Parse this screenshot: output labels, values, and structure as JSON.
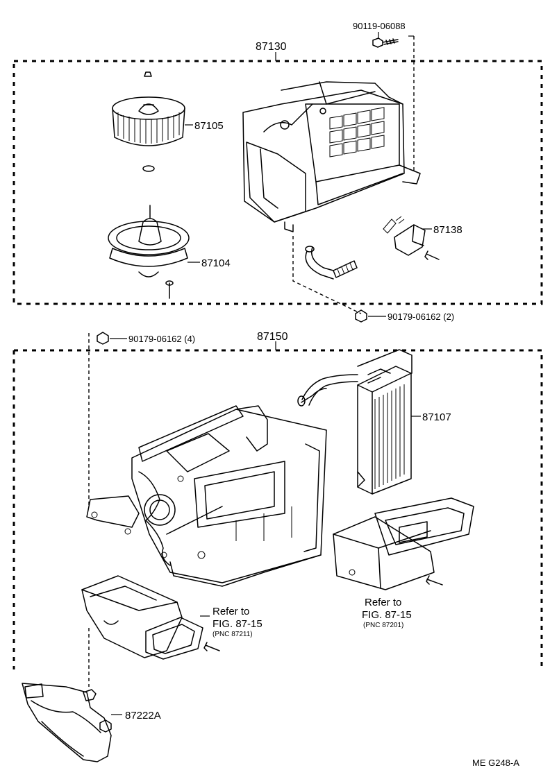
{
  "labels": {
    "part_90119": "90119-06088",
    "part_87130": "87130",
    "part_87105": "87105",
    "part_87104": "87104",
    "part_87138": "87138",
    "part_90179_2": "90179-06162 (2)",
    "part_90179_4": "90179-06162 (4)",
    "part_87150": "87150",
    "part_87107": "87107",
    "refer_left_1": "Refer to",
    "refer_left_2": "FIG. 87-15",
    "refer_left_3": "(PNC 87211)",
    "refer_right_1": "Refer to",
    "refer_right_2": "FIG. 87-15",
    "refer_right_3": "(PNC 87201)",
    "part_87222A": "87222A",
    "footer_code": "ME  G248-A"
  }
}
